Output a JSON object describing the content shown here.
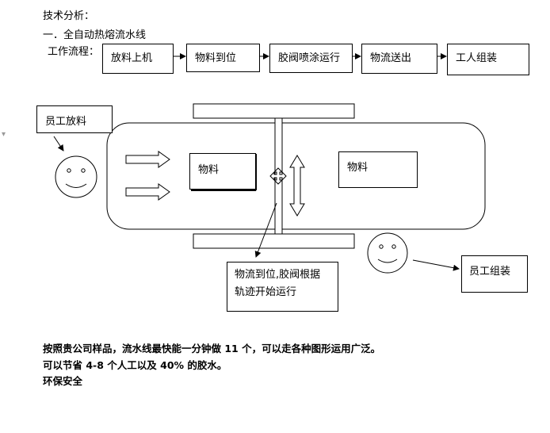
{
  "header": {
    "title": "技术分析：",
    "subtitle": "一．全自动热熔流水线",
    "workflow_label": "工作流程："
  },
  "workflow_steps": [
    "放料上机",
    "物料到位",
    "胶阀喷涂运行",
    "物流送出",
    "工人组装"
  ],
  "diagram": {
    "worker_load_label": "员工放料",
    "material_label_1": "物料",
    "material_label_2": "物料",
    "callout_line1": "物流到位,胶阀根据",
    "callout_line2": "轨迹开始运行",
    "worker_assemble_label": "员工组装"
  },
  "notes": {
    "line1": "按照贵公司样品，流水线最快能一分钟做 11 个，可以走各种图形运用广泛。",
    "line2": "可以节省 4-8 个人工以及 40% 的胶水。",
    "line3": "环保安全"
  }
}
